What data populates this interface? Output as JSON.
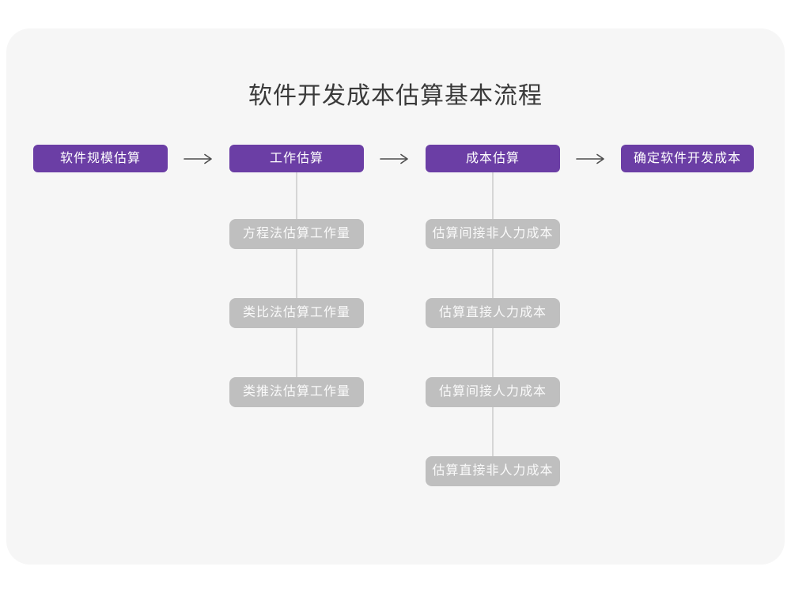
{
  "title": "软件开发成本估算基本流程",
  "flow": {
    "stages": [
      {
        "label": "软件规模估算",
        "children": []
      },
      {
        "label": "工作估算",
        "children": [
          "方程法估算工作量",
          "类比法估算工作量",
          "类推法估算工作量"
        ]
      },
      {
        "label": "成本估算",
        "children": [
          "估算间接非人力成本",
          "估算直接人力成本",
          "估算间接人力成本",
          "估算直接非人力成本"
        ]
      },
      {
        "label": "确定软件开发成本",
        "children": []
      }
    ]
  },
  "icons": {
    "stage_connector": "arrow-right-icon"
  },
  "colors": {
    "page_bg": "#ffffff",
    "card_bg": "#f6f6f6",
    "title_color": "#3a3a3a",
    "stage_bg": "#6b3ea5",
    "stage_text": "#ffffff",
    "substep_bg": "#bfbfbf",
    "substep_text": "#fafafa",
    "connector": "#d6d6d6",
    "arrow": "#4d4d4d"
  }
}
